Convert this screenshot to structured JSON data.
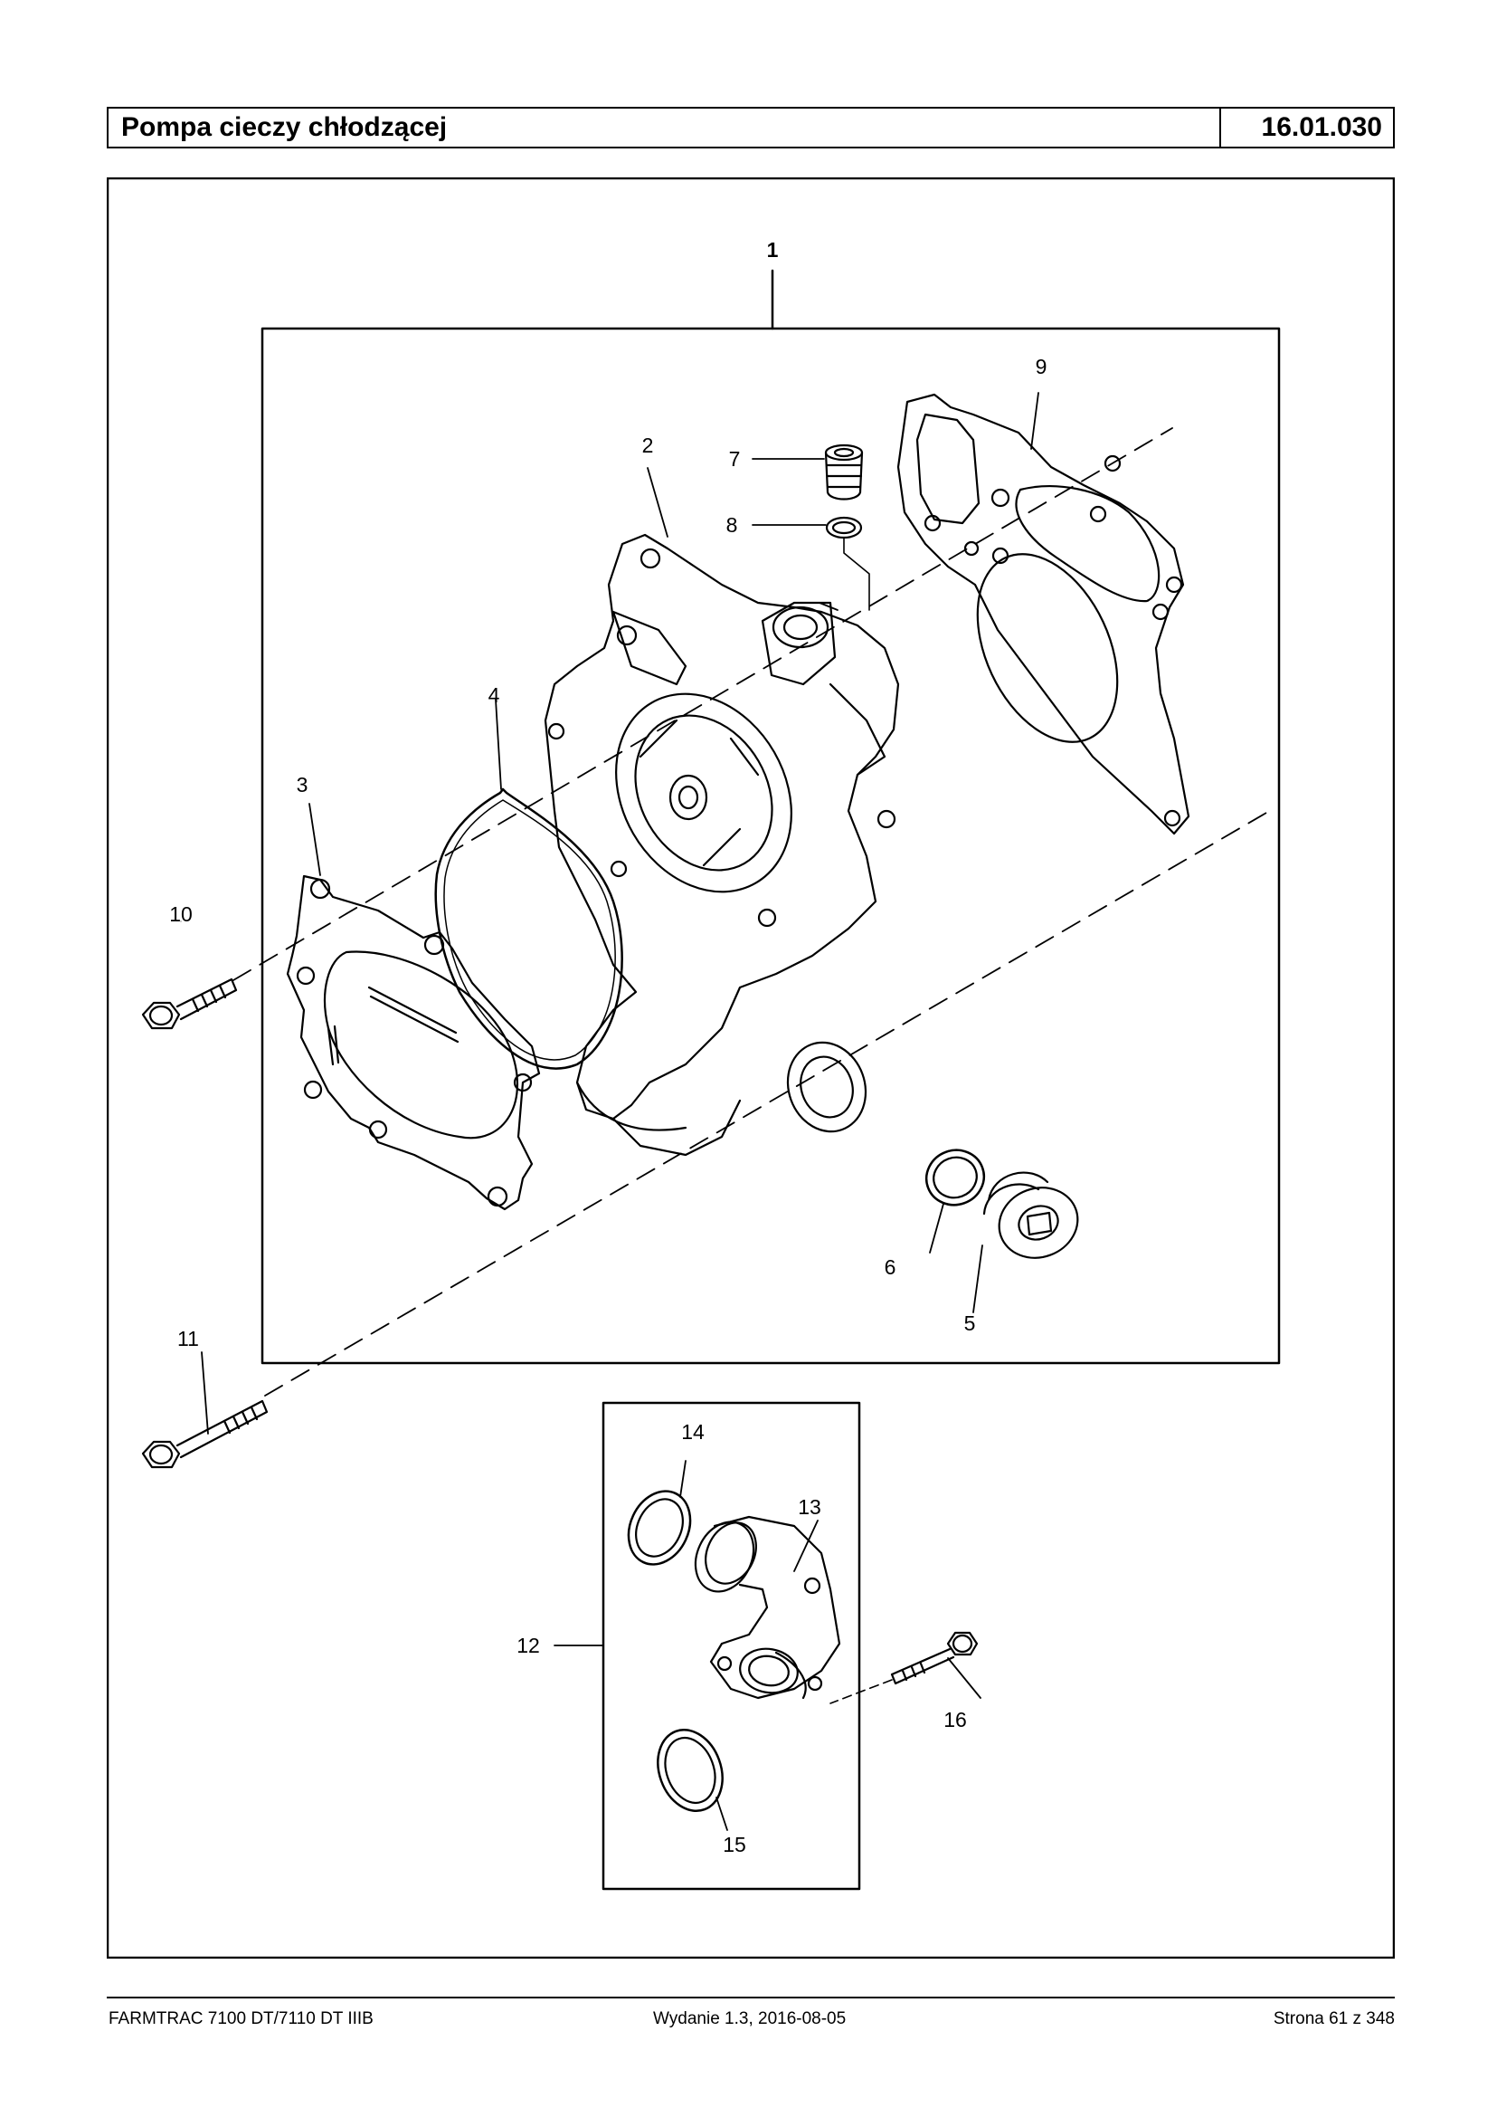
{
  "header": {
    "title": "Pompa cieczy chłodzącej",
    "code": "16.01.030"
  },
  "diagram": {
    "callouts": [
      "1",
      "2",
      "3",
      "4",
      "5",
      "6",
      "7",
      "8",
      "9",
      "10",
      "11",
      "12",
      "13",
      "14",
      "15",
      "16"
    ]
  },
  "footer": {
    "left": "FARMTRAC 7100 DT/7110 DT IIIB",
    "center": "Wydanie 1.3,  2016-08-05",
    "right": "Strona 61 z 348"
  }
}
